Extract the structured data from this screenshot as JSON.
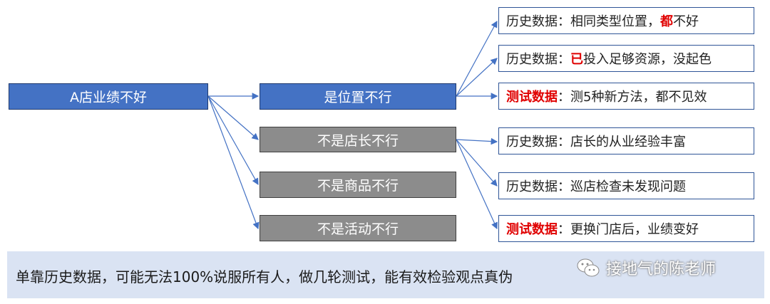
{
  "root": "A店业绩不好",
  "branches": [
    {
      "label": "是位置不行",
      "style": "blue"
    },
    {
      "label": "不是店长不行",
      "style": "gray"
    },
    {
      "label": "不是商品不行",
      "style": "gray"
    },
    {
      "label": "不是活动不行",
      "style": "gray"
    }
  ],
  "leaves": [
    {
      "prefix": "历史数据",
      "prefix_red": false,
      "sep": "：",
      "emph": "",
      "before": "相同类型位置，",
      "emph_mid": "都",
      "after": "不好"
    },
    {
      "prefix": "历史数据",
      "prefix_red": false,
      "sep": "：",
      "before": "",
      "emph_mid": "已",
      "after": "投入足够资源，没起色"
    },
    {
      "prefix": "测试数据",
      "prefix_red": true,
      "sep": "：",
      "before": "测5种新方法，都不见效",
      "emph_mid": "",
      "after": ""
    },
    {
      "prefix": "历史数据",
      "prefix_red": false,
      "sep": "：",
      "before": "店长的从业经验丰富",
      "emph_mid": "",
      "after": ""
    },
    {
      "prefix": "历史数据",
      "prefix_red": false,
      "sep": "：",
      "before": "巡店检查未发现问题",
      "emph_mid": "",
      "after": ""
    },
    {
      "prefix": "测试数据",
      "prefix_red": true,
      "sep": "：",
      "before": "更换门店后，业绩变好",
      "emph_mid": "",
      "after": ""
    }
  ],
  "banner": "单靠历史数据，可能无法100%说服所有人，做几轮测试，能有效检验观点真伪",
  "watermark": "接地气的陈老师",
  "colors": {
    "blue": "#4472c4",
    "gray": "#8c8c8c",
    "red": "#e00000",
    "banner": "#dae3f3"
  }
}
